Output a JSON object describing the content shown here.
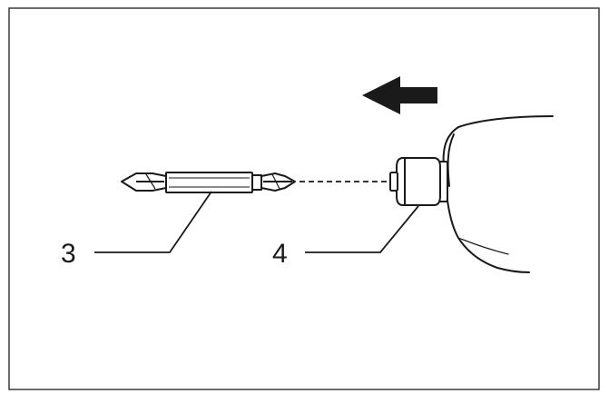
{
  "callouts": [
    {
      "id": "bit",
      "label": "3"
    },
    {
      "id": "chuck",
      "label": "4"
    }
  ],
  "colors": {
    "line": "#1a1a1a",
    "background": "#ffffff"
  },
  "icons": {
    "direction": "arrow-left-icon"
  }
}
